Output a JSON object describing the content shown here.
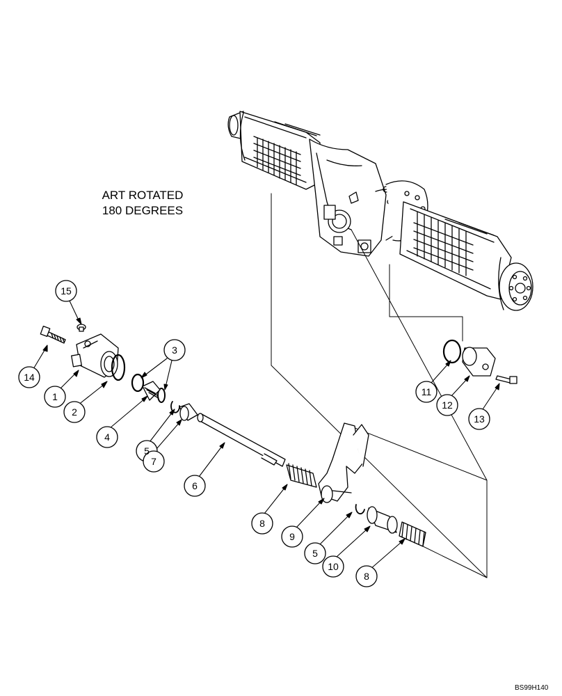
{
  "note": {
    "line1": "ART ROTATED",
    "line2": "180 DEGREES"
  },
  "drawing_code": "BS99H140",
  "callouts": [
    {
      "id": "c15",
      "label": "15"
    },
    {
      "id": "c14",
      "label": "14"
    },
    {
      "id": "c1",
      "label": "1"
    },
    {
      "id": "c2",
      "label": "2"
    },
    {
      "id": "c3",
      "label": "3"
    },
    {
      "id": "c4",
      "label": "4"
    },
    {
      "id": "c5a",
      "label": "5"
    },
    {
      "id": "c7",
      "label": "7"
    },
    {
      "id": "c6",
      "label": "6"
    },
    {
      "id": "c8a",
      "label": "8"
    },
    {
      "id": "c9",
      "label": "9"
    },
    {
      "id": "c5b",
      "label": "5"
    },
    {
      "id": "c10",
      "label": "10"
    },
    {
      "id": "c8b",
      "label": "8"
    },
    {
      "id": "c11",
      "label": "11"
    },
    {
      "id": "c12",
      "label": "12"
    },
    {
      "id": "c13",
      "label": "13"
    }
  ]
}
